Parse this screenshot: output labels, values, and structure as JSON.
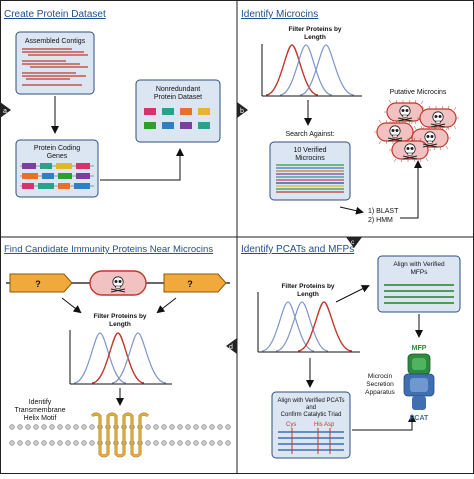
{
  "panels": {
    "a": {
      "letter": "a",
      "title": "Create Protein Dataset",
      "assembled_label": "Assembled Contigs",
      "coding_label_1": "Protein Coding",
      "coding_label_2": "Genes",
      "nonredundant_label_1": "Nonredundant",
      "nonredundant_label_2": "Protein Dataset"
    },
    "b": {
      "letter": "b",
      "title": "Identify Microcins",
      "filter_label_1": "Filter Proteins by",
      "filter_label_2": "Length",
      "putative_label": "Putative Microcins",
      "search_label": "Search Against:",
      "verified_label_1": "10 Verified",
      "verified_label_2": "Microcins",
      "method_1": "1) BLAST",
      "method_2": "2) HMM"
    },
    "c": {
      "letter": "c",
      "title": "Identify PCATs and MFPs",
      "filter_label_1": "Filter Proteins by",
      "filter_label_2": "Length",
      "align_mfp_1": "Align with Verified",
      "align_mfp_2": "MFPs",
      "align_pcat_1": "Align with Verified PCATs",
      "align_pcat_2": "and",
      "align_pcat_3": "Confirm Catalytic Triad",
      "cys": "Cys",
      "his_asp": "His Asp",
      "mfp": "MFP",
      "pcat": "PCAT",
      "apparatus_1": "Microcin",
      "apparatus_2": "Secretion",
      "apparatus_3": "Apparatus"
    },
    "d": {
      "letter": "d",
      "title": "Find Candidate Immunity Proteins Near Microcins",
      "unknown_1": "?",
      "unknown_2": "?",
      "filter_label_1": "Filter Proteins by",
      "filter_label_2": "Length",
      "identify_1": "Identify",
      "identify_2": "Transmembrane",
      "identify_3": "Helix Motif"
    }
  },
  "colors": {
    "title_blue": "#1f4e8c",
    "box_fill": "#dce6f2",
    "box_stroke": "#2f4f7f",
    "gene_yellow": "#f2a93b",
    "microcin_red": "#e06666",
    "curve_red": "#c0392b",
    "curve_blue": "#7f95c9",
    "green_line": "#3f8f3f",
    "mfp_green": "#2e8b3e",
    "pcat_blue": "#3f6fb0"
  },
  "icons": [
    "skull-icon",
    "bacteria-icon",
    "helix-icon",
    "arrow-icon"
  ]
}
